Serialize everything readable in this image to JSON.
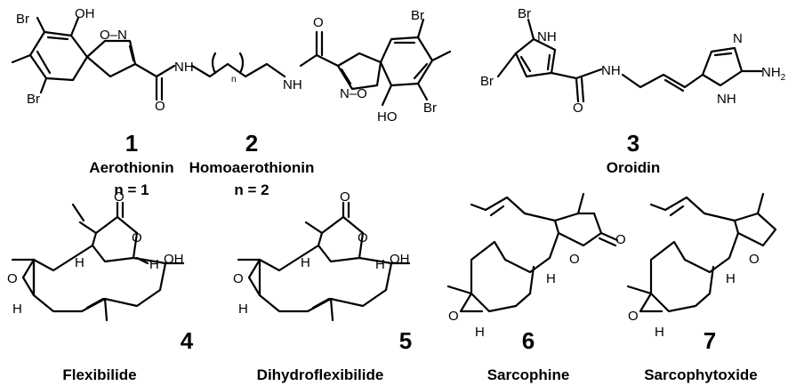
{
  "compounds": [
    {
      "number": "1",
      "name": "Aerothionin",
      "note": "n = 1"
    },
    {
      "number": "2",
      "name": "Homoaerothionin",
      "note": "n = 2"
    },
    {
      "number": "3",
      "name": "Oroidin"
    },
    {
      "number": "4",
      "name": "Flexibilide"
    },
    {
      "number": "5",
      "name": "Dihydroflexibilide"
    },
    {
      "number": "6",
      "name": "Sarcophine"
    },
    {
      "number": "7",
      "name": "Sarcophytoxide"
    }
  ],
  "atom_labels": {
    "br": "Br",
    "oh": "OH",
    "ho": "HO",
    "o_n": "O–N",
    "n_o": "N–O",
    "n": "N",
    "nh": "NH",
    "h": "H",
    "o": "O",
    "n_sub": "n",
    "nh2": "NH",
    "two": "2"
  }
}
